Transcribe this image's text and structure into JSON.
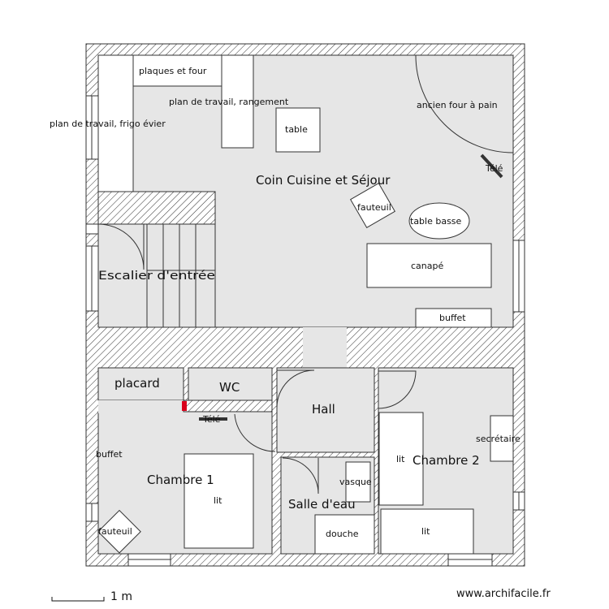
{
  "rooms": {
    "coin_cuisine": "Coin Cuisine et Séjour",
    "escalier": "Escalier d'entrée",
    "placard": "placard",
    "wc": "WC",
    "hall": "Hall",
    "chambre1": "Chambre 1",
    "salle_eau": "Salle d'eau",
    "chambre2": "Chambre 2"
  },
  "furniture": {
    "plaques_four": "plaques et four",
    "plan_travail_rangement": "plan de travail, rangement",
    "plan_travail_frigo": "plan de travail, frigo évier",
    "table": "table",
    "ancien_four": "ancien four à pain",
    "tele_sejour": "Télé",
    "fauteuil_sejour": "fauteuil",
    "table_basse": "table basse",
    "canape": "canapé",
    "buffet_sejour": "buffet",
    "tele_ch1": "Télé",
    "buffet_ch1": "buffet",
    "lit_ch1": "lit",
    "fauteuil_ch1": "fauteuil",
    "vasque": "vasque",
    "douche": "douche",
    "lit_ch2a": "lit",
    "lit_ch2b": "lit",
    "secretaire": "secrétaire"
  },
  "footer": {
    "scale": "1 m",
    "url": "www.archifacile.fr"
  },
  "colors": {
    "floor": "#e6e6e6",
    "wall_hatch": "#333333",
    "door_marker": "#d9001b"
  }
}
